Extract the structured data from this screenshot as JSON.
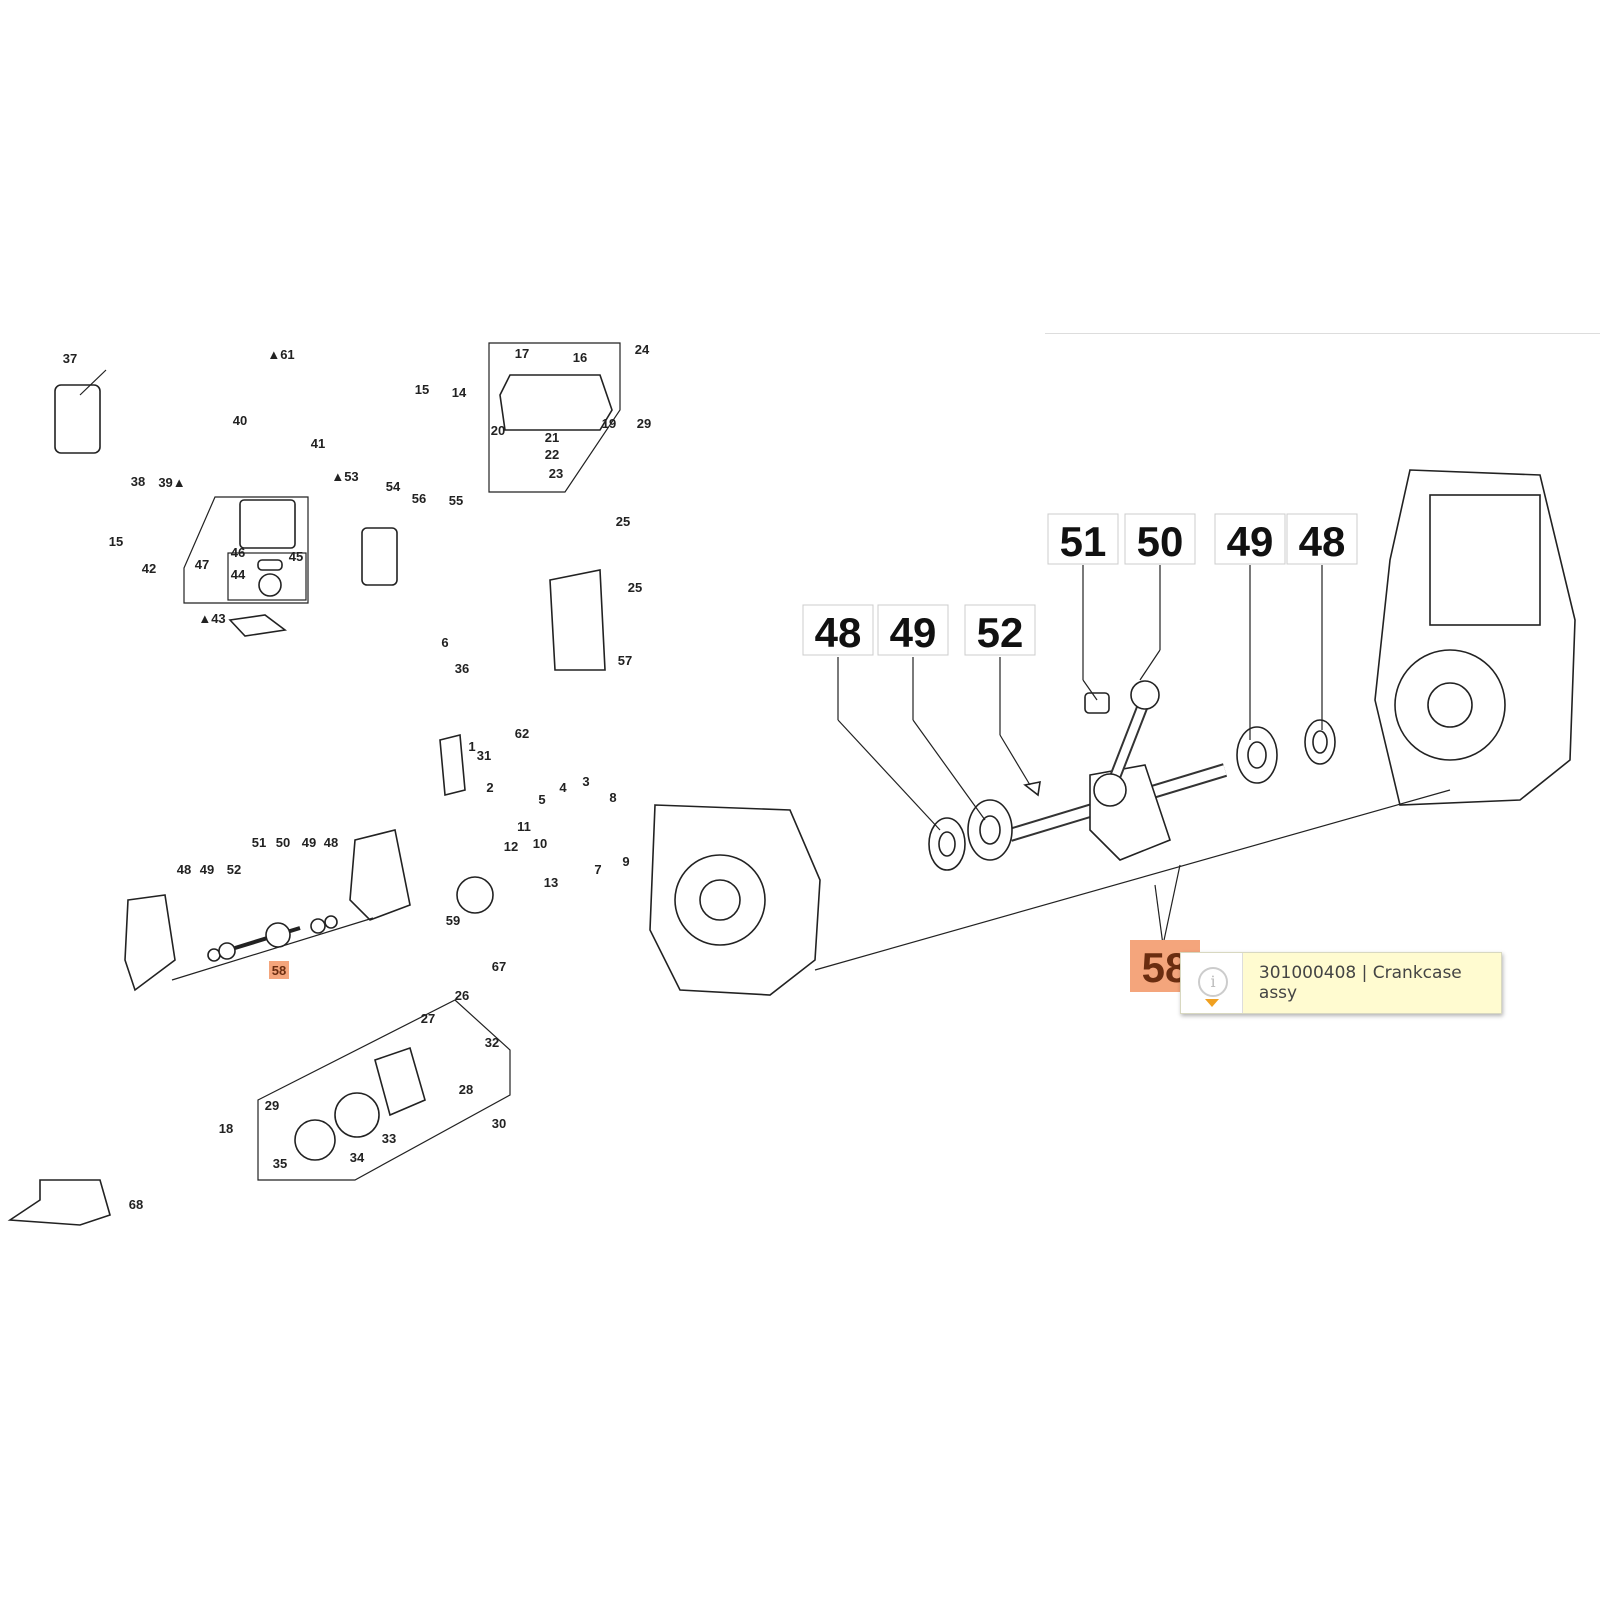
{
  "small_callouts": [
    "37",
    "▲61",
    "15",
    "14",
    "17",
    "16",
    "24",
    "29",
    "19",
    "20",
    "21",
    "22",
    "23",
    "40",
    "41",
    "38",
    "39▲",
    "15",
    "▲53",
    "54",
    "56",
    "55",
    "42",
    "47",
    "46",
    "44",
    "45",
    "▲43",
    "25",
    "25",
    "6",
    "36",
    "57",
    "62",
    "1",
    "31",
    "2",
    "4",
    "3",
    "5",
    "8",
    "11",
    "12",
    "10",
    "13",
    "7",
    "9",
    "51",
    "50",
    "49",
    "48",
    "48",
    "49",
    "52",
    "59",
    "67",
    "26",
    "27",
    "32",
    "28",
    "29",
    "18",
    "33",
    "35",
    "34",
    "30",
    "68"
  ],
  "small_highlight": "58",
  "large_callouts": [
    "51",
    "50",
    "49",
    "48",
    "48",
    "49",
    "52"
  ],
  "large_highlight": "58",
  "highlight_color": "#f4a57c",
  "tooltip": {
    "icon": "info-icon",
    "text": "301000408 | Crankcase assy"
  }
}
